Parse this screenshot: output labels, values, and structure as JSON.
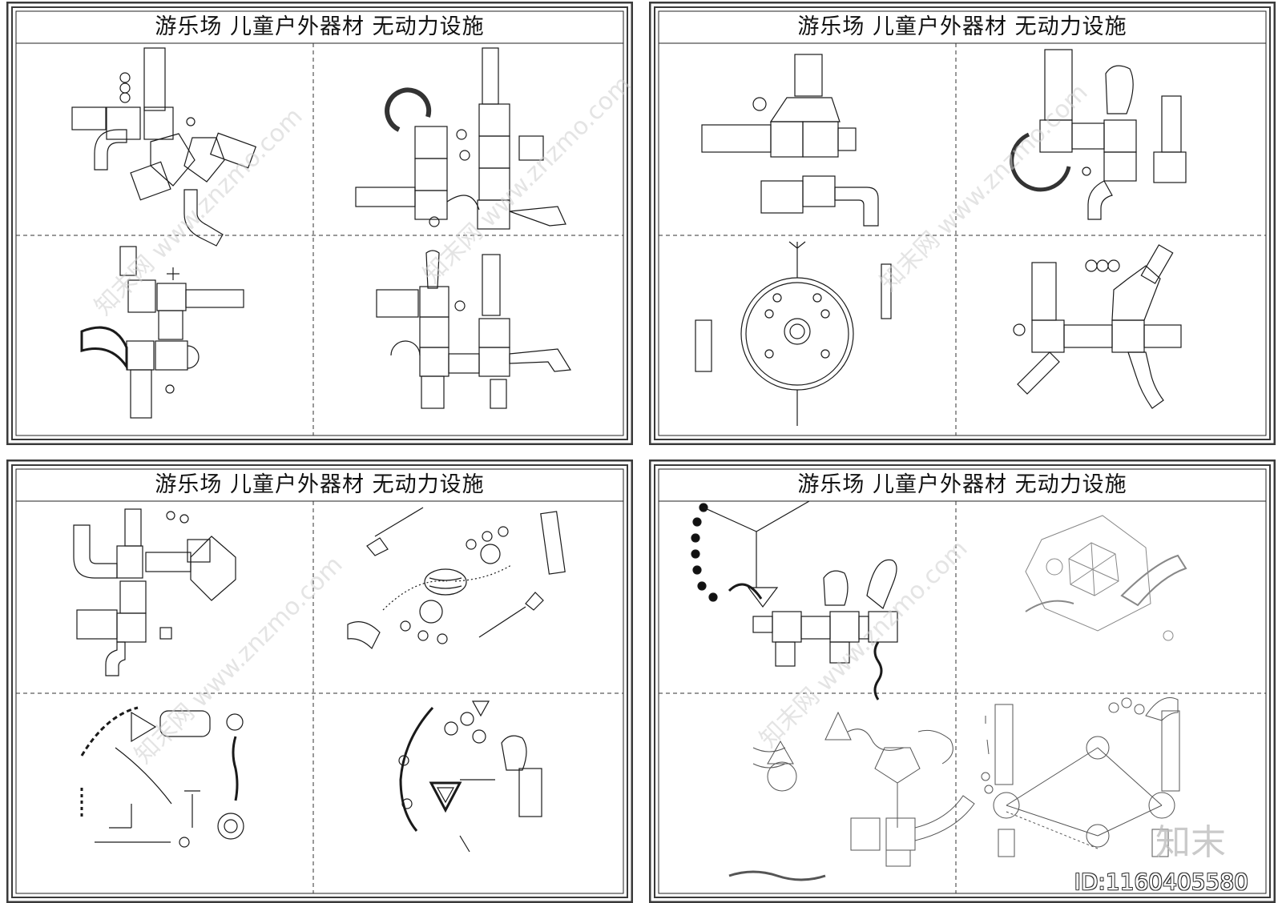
{
  "sheets": [
    {
      "id": "sheet-1",
      "title": "游乐场  儿童户外器材  无动力设施"
    },
    {
      "id": "sheet-2",
      "title": "游乐场  儿童户外器材  无动力设施"
    },
    {
      "id": "sheet-3",
      "title": "游乐场  儿童户外器材  无动力设施"
    },
    {
      "id": "sheet-4",
      "title": "游乐场  儿童户外器材  无动力设施"
    }
  ],
  "watermark": {
    "site": "知末网 www.znzmo.com",
    "brand": "知末",
    "id_label": "ID:1160405580"
  },
  "colors": {
    "frame": "#3a3a3a",
    "line": "#1a1a1a",
    "watermark": "#cfcfcf"
  }
}
